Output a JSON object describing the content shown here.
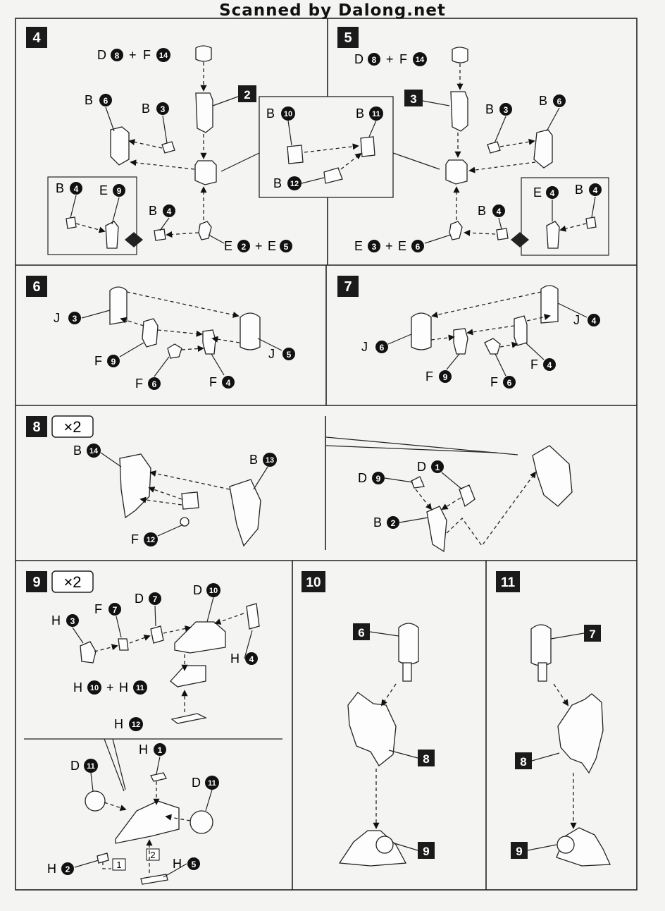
{
  "header": {
    "scanner_credit": "Scanned by Dalong.net"
  },
  "steps": {
    "s4": {
      "number": "4",
      "ref": "2",
      "top_combo": {
        "a_letter": "D",
        "a_num": "8",
        "plus": "+",
        "b_letter": "F",
        "b_num": "14"
      },
      "b6": {
        "letter": "B",
        "num": "6"
      },
      "b3": {
        "letter": "B",
        "num": "3"
      },
      "b4": {
        "letter": "B",
        "num": "4"
      },
      "inset": {
        "b4": {
          "letter": "B",
          "num": "4"
        },
        "e9": {
          "letter": "E",
          "num": "9"
        }
      },
      "bottom_combo": {
        "a_letter": "E",
        "a_num": "2",
        "plus": "+",
        "b_letter": "E",
        "b_num": "5"
      }
    },
    "detail": {
      "b10": {
        "letter": "B",
        "num": "10"
      },
      "b11": {
        "letter": "B",
        "num": "11"
      },
      "b12": {
        "letter": "B",
        "num": "12"
      }
    },
    "s5": {
      "number": "5",
      "ref": "3",
      "top_combo": {
        "a_letter": "D",
        "a_num": "8",
        "plus": "+",
        "b_letter": "F",
        "b_num": "14"
      },
      "b3": {
        "letter": "B",
        "num": "3"
      },
      "b6": {
        "letter": "B",
        "num": "6"
      },
      "b4": {
        "letter": "B",
        "num": "4"
      },
      "inset": {
        "e4": {
          "letter": "E",
          "num": "4"
        },
        "b4": {
          "letter": "B",
          "num": "4"
        }
      },
      "bottom_combo": {
        "a_letter": "E",
        "a_num": "3",
        "plus": "+",
        "b_letter": "E",
        "b_num": "6"
      }
    },
    "s6": {
      "number": "6",
      "j3": {
        "letter": "J",
        "num": "3"
      },
      "j5": {
        "letter": "J",
        "num": "5"
      },
      "f9": {
        "letter": "F",
        "num": "9"
      },
      "f6": {
        "letter": "F",
        "num": "6"
      },
      "f4": {
        "letter": "F",
        "num": "4"
      }
    },
    "s7": {
      "number": "7",
      "j4": {
        "letter": "J",
        "num": "4"
      },
      "j6": {
        "letter": "J",
        "num": "6"
      },
      "f4": {
        "letter": "F",
        "num": "4"
      },
      "f9": {
        "letter": "F",
        "num": "9"
      },
      "f6": {
        "letter": "F",
        "num": "6"
      }
    },
    "s8": {
      "number": "8",
      "multiplier": "×2",
      "b14": {
        "letter": "B",
        "num": "14"
      },
      "b13": {
        "letter": "B",
        "num": "13"
      },
      "f12": {
        "letter": "F",
        "num": "12"
      },
      "d9": {
        "letter": "D",
        "num": "9"
      },
      "d1": {
        "letter": "D",
        "num": "1"
      },
      "b2": {
        "letter": "B",
        "num": "2"
      }
    },
    "s9": {
      "number": "9",
      "multiplier": "×2",
      "h3": {
        "letter": "H",
        "num": "3"
      },
      "f7": {
        "letter": "F",
        "num": "7"
      },
      "d7": {
        "letter": "D",
        "num": "7"
      },
      "d10": {
        "letter": "D",
        "num": "10"
      },
      "h4": {
        "letter": "H",
        "num": "4"
      },
      "h10h11": {
        "a_letter": "H",
        "a_num": "10",
        "plus": "+",
        "b_letter": "H",
        "b_num": "11"
      },
      "h12": {
        "letter": "H",
        "num": "12"
      },
      "h1": {
        "letter": "H",
        "num": "1"
      },
      "d11a": {
        "letter": "D",
        "num": "11"
      },
      "d11b": {
        "letter": "D",
        "num": "11"
      },
      "h2": {
        "letter": "H",
        "num": "2"
      },
      "h5": {
        "letter": "H",
        "num": "5"
      },
      "order1": "1",
      "order2": "2"
    },
    "s10": {
      "number": "10",
      "ref6": "6",
      "ref8": "8",
      "ref9": "9"
    },
    "s11": {
      "number": "11",
      "ref7": "7",
      "ref8": "8",
      "ref9": "9"
    }
  }
}
